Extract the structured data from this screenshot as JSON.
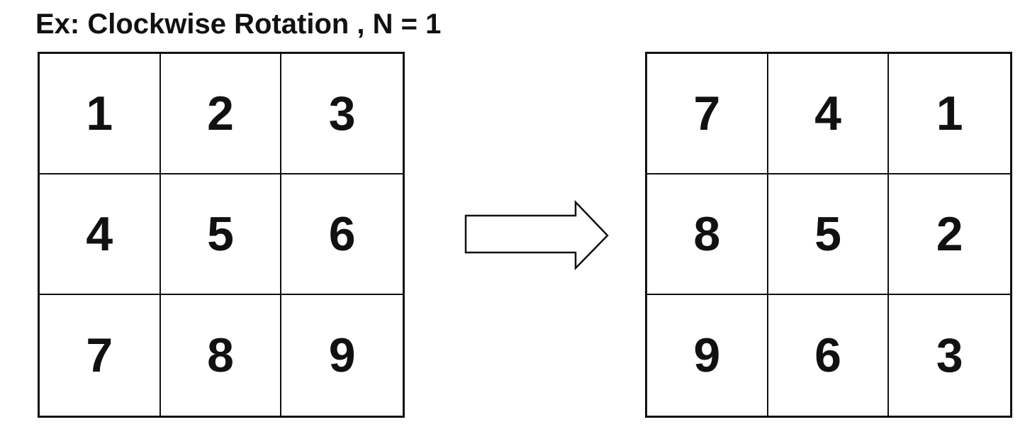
{
  "title": "Ex: Clockwise Rotation , N = 1",
  "before_matrix": [
    [
      "1",
      "2",
      "3"
    ],
    [
      "4",
      "5",
      "6"
    ],
    [
      "7",
      "8",
      "9"
    ]
  ],
  "after_matrix": [
    [
      "7",
      "4",
      "1"
    ],
    [
      "8",
      "5",
      "2"
    ],
    [
      "9",
      "6",
      "3"
    ]
  ],
  "arrow_icon": "right-arrow-icon",
  "colors": {
    "line": "#111111",
    "background": "#ffffff"
  }
}
